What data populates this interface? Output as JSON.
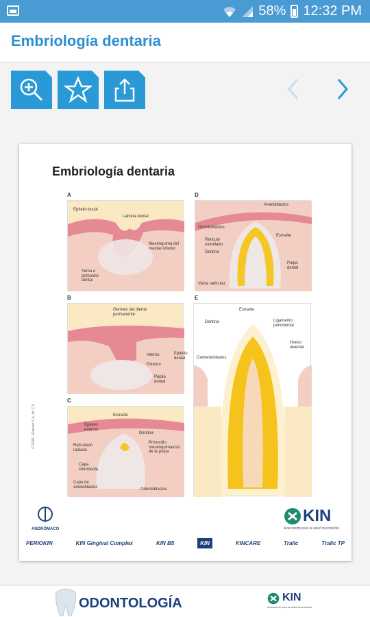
{
  "status": {
    "battery": "58%",
    "time": "12:32 PM"
  },
  "header": {
    "title": "Embriología dentaria"
  },
  "toolbar": {
    "zoom_icon": "zoom-in-icon",
    "fav_icon": "star-icon",
    "share_icon": "share-icon"
  },
  "colors": {
    "status_bar": "#4a9ad4",
    "accent": "#2a9ad6",
    "title": "#2c8fd0",
    "brand": "#1d3f7a"
  },
  "document": {
    "title": "Embriología dentaria",
    "panels": {
      "a": "A",
      "b": "B",
      "c": "C",
      "d": "D",
      "e": "E"
    },
    "labels_a": {
      "epitelio": "Epitelio bucal",
      "lamina": "Lámina dental",
      "mesenquima": "Mesénquima del maxilar inferior",
      "yema": "Yema o primordio dental"
    },
    "labels_b": {
      "germen": "Germen del diente permanente",
      "interno": "Interno",
      "externo": "Externo",
      "epitelio_dental": "Epitelio dental",
      "papila": "Papila dental"
    },
    "labels_c": {
      "esmalte": "Esmalte",
      "epitelio_externo": "Epitelio externo",
      "dentina": "Dentina",
      "reticulado": "Reticulado radiado",
      "primordio": "Primordio mesénquimatoso de la pulpa",
      "capa_intermedia": "Capa intermedia",
      "ameloblastos": "Capa de ameloblastos",
      "odontoblastos": "Odontoblastos"
    },
    "labels_d": {
      "ameloblastos": "Ameloblastos",
      "odontoblastos": "Odontoblastos",
      "esmalte": "Esmalte",
      "reticulo": "Retículo estrellado",
      "dentina": "Dentina",
      "pulpa": "Pulpa dental",
      "vaina": "Vaina radicular"
    },
    "labels_e": {
      "esmalte": "Esmalte",
      "dentina": "Dentina",
      "ligamento": "Ligamento periodontal",
      "cementoblastos": "Cementoblastos",
      "hueso": "Hueso alveolar"
    },
    "copyright": "© 2008 - Elsevier S.A. de C.V.",
    "logo_left": "ANDRÓMACO",
    "logo_kin": "KIN",
    "kin_sub": "Avanzando para la salud bucodental",
    "brands": [
      "PERIOKIN",
      "KIN Gingival Complex",
      "KIN B5",
      "KIN",
      "KINCARE",
      "Tralic",
      "Tralic TP"
    ]
  },
  "footer": {
    "title": "ODONTOLOGÍA",
    "logo": "KIN",
    "logo_sub": "Avanzando para la salud bucodental"
  }
}
